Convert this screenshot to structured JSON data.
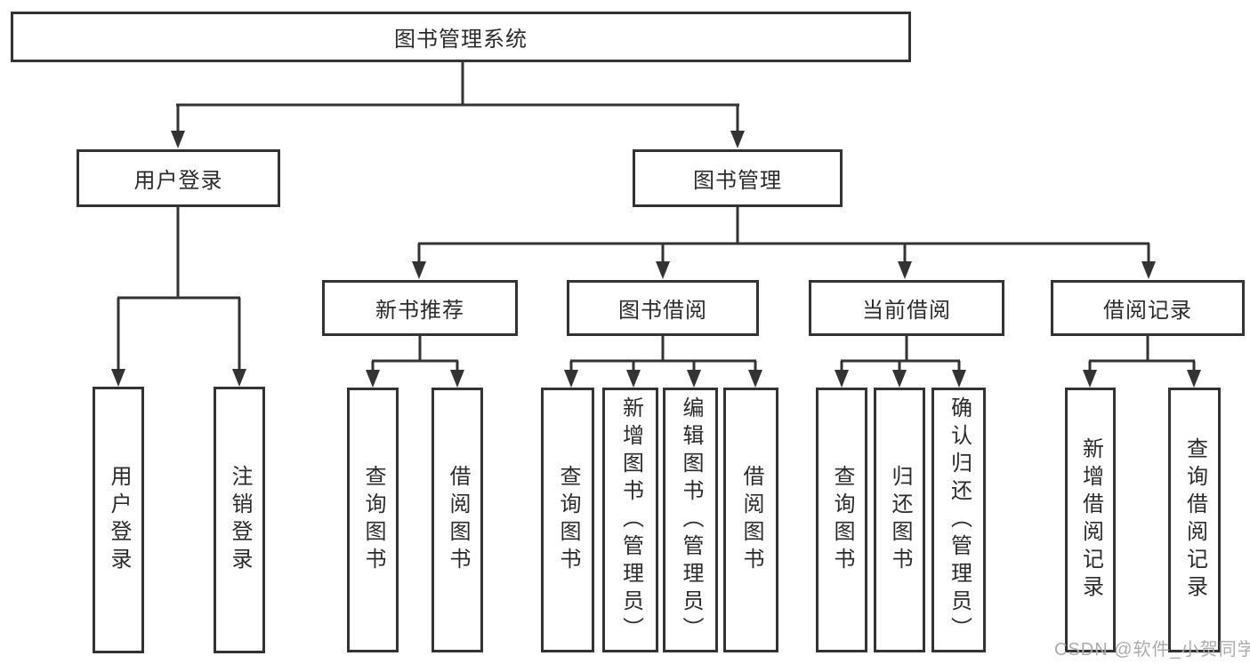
{
  "colors": {
    "line": "#333333",
    "box_border": "#333333",
    "text": "#2b2b2b",
    "watermark": "#ababab",
    "background": "#ffffff"
  },
  "tree": {
    "root": {
      "label": "图书管理系统"
    },
    "branches": [
      {
        "label": "用户登录",
        "leaves": [
          {
            "label": "用户登录"
          },
          {
            "label": "注销登录"
          }
        ]
      },
      {
        "label": "图书管理",
        "groups": [
          {
            "label": "新书推荐",
            "leaves": [
              {
                "label": "查询图书"
              },
              {
                "label": "借阅图书"
              }
            ]
          },
          {
            "label": "图书借阅",
            "leaves": [
              {
                "label": "查询图书"
              },
              {
                "label": "新增图书（管理员）"
              },
              {
                "label": "编辑图书（管理员）"
              },
              {
                "label": "借阅图书"
              }
            ]
          },
          {
            "label": "当前借阅",
            "leaves": [
              {
                "label": "查询图书"
              },
              {
                "label": "归还图书"
              },
              {
                "label": "确认归还（管理员）"
              }
            ]
          },
          {
            "label": "借阅记录",
            "leaves": [
              {
                "label": "新增借阅记录"
              },
              {
                "label": "查询借阅记录"
              }
            ]
          }
        ]
      }
    ]
  },
  "watermark": {
    "text": "CSDN @软件_小贺同学"
  }
}
